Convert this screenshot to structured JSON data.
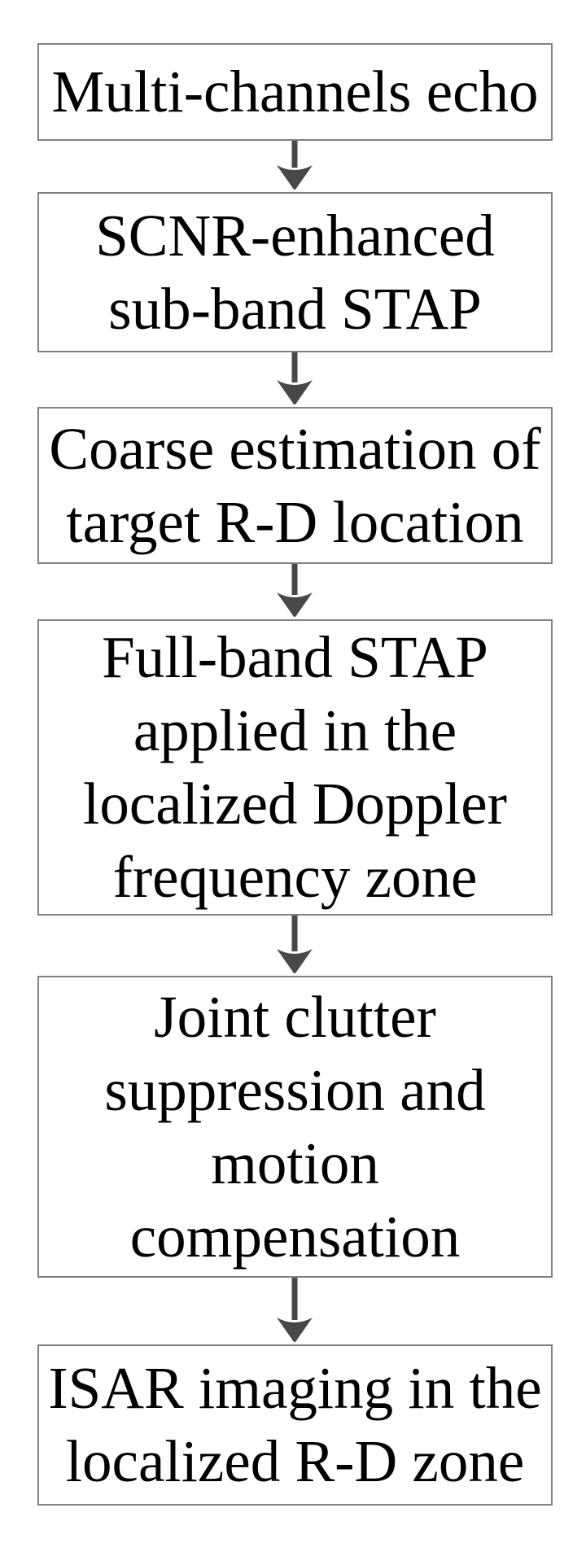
{
  "page": {
    "background_color": "#ffffff",
    "text_color": "#000000",
    "box_border_color": "#7e8082",
    "arrow_color": "#46484a"
  },
  "flowchart": {
    "boxes": [
      {
        "id": "multi-channels-echo",
        "text": "Multi-channels echo"
      },
      {
        "id": "scnr-enhanced-sub-band-stap",
        "text": "SCNR-enhanced\nsub-band STAP"
      },
      {
        "id": "coarse-estimation-rd-location",
        "text": "Coarse estimation of\ntarget R-D location"
      },
      {
        "id": "full-band-stap-doppler-zone",
        "text": "Full-band STAP\napplied in the\nlocalized Doppler\nfrequency zone"
      },
      {
        "id": "joint-clutter-motion-comp",
        "text": "Joint clutter\nsuppression and\nmotion\ncompensation"
      },
      {
        "id": "isar-imaging-rd-zone",
        "text": "ISAR imaging in the\nlocalized R-D zone"
      }
    ],
    "connections": [
      {
        "from": "multi-channels-echo",
        "to": "scnr-enhanced-sub-band-stap"
      },
      {
        "from": "scnr-enhanced-sub-band-stap",
        "to": "coarse-estimation-rd-location"
      },
      {
        "from": "coarse-estimation-rd-location",
        "to": "full-band-stap-doppler-zone"
      },
      {
        "from": "full-band-stap-doppler-zone",
        "to": "joint-clutter-motion-comp"
      },
      {
        "from": "joint-clutter-motion-comp",
        "to": "isar-imaging-rd-zone"
      }
    ]
  }
}
